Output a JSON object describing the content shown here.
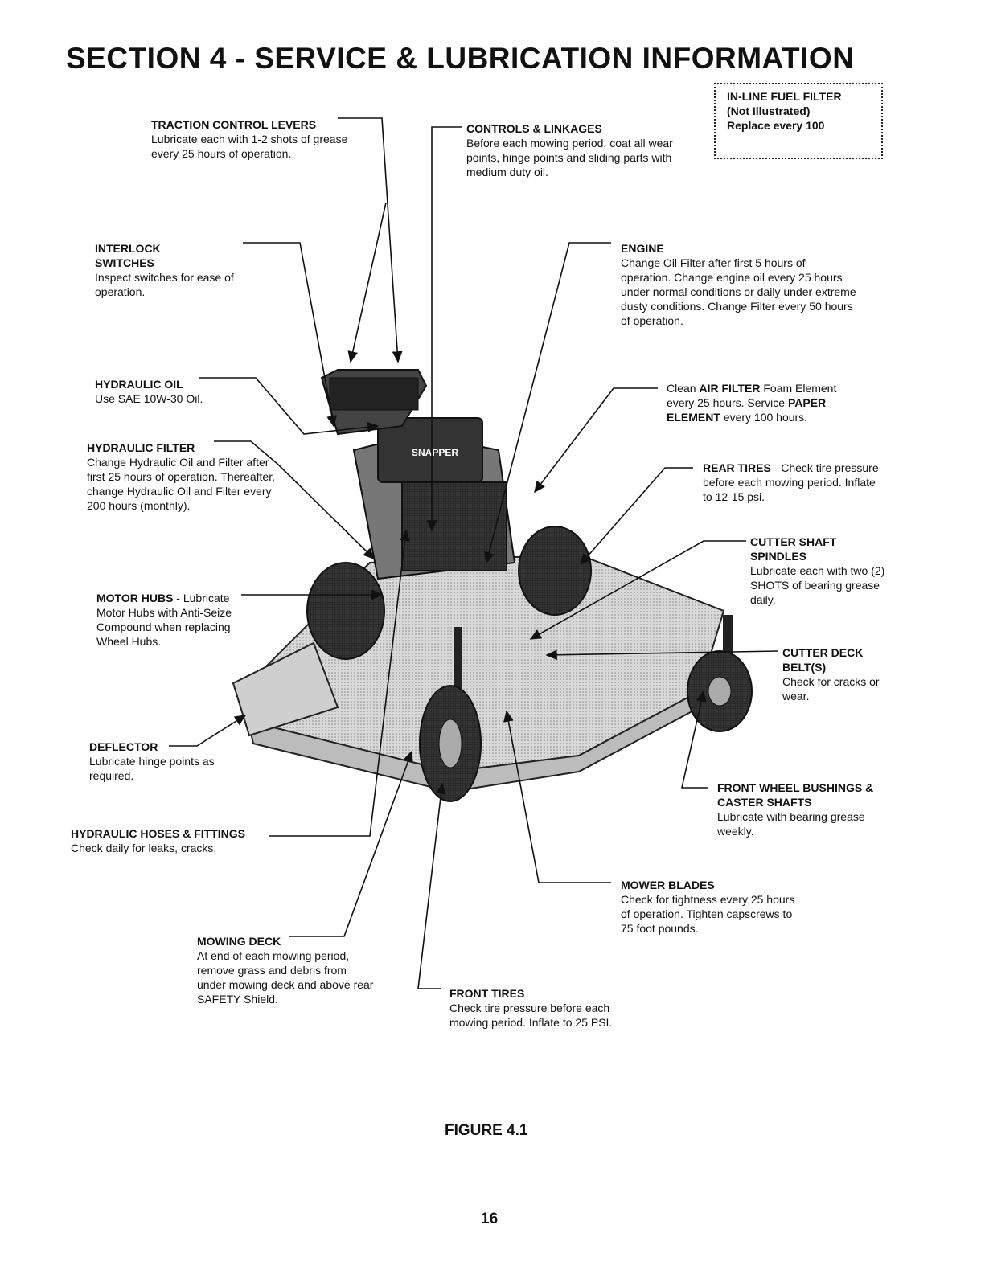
{
  "title": "SECTION 4 - SERVICE & LUBRICATION INFORMATION",
  "figure_caption": "FIGURE 4.1",
  "page_number": "16",
  "brand_badge": "SNAPPER",
  "fuel_filter": {
    "line1": "IN-LINE FUEL FILTER",
    "line2": "(Not Illustrated)",
    "line3": "Replace every 100"
  },
  "traction": {
    "heading": "TRACTION CONTROL LEVERS",
    "body": "Lubricate each with 1-2 shots of grease every 25 hours of operation."
  },
  "controls": {
    "heading": "CONTROLS & LINKAGES",
    "body": "Before each mowing period, coat all wear points, hinge points and sliding parts with medium duty oil."
  },
  "interlock": {
    "heading": "INTERLOCK SWITCHES",
    "body": "Inspect switches for ease of operation."
  },
  "engine": {
    "heading": "ENGINE",
    "body": "Change Oil Filter after first 5 hours of operation. Change engine oil every 25 hours under normal conditions or daily under extreme dusty conditions. Change Filter every 50 hours of operation."
  },
  "hydraulic_oil": {
    "heading": "HYDRAULIC OIL",
    "body": "Use SAE 10W-30 Oil."
  },
  "air_filter": {
    "pre": "Clean ",
    "bold1": "AIR FILTER",
    "mid1": " Foam Element every 25 hours. Service ",
    "bold2": "PAPER ELEMENT",
    "post": " every 100 hours."
  },
  "hydraulic_filter": {
    "heading": "HYDRAULIC FILTER",
    "body": "Change Hydraulic Oil and Filter after first 25 hours of operation. Thereafter, change Hydraulic Oil and Filter every 200 hours (monthly)."
  },
  "rear_tires": {
    "heading": "REAR TIRES",
    "body": " - Check tire pressure before each mowing period. Inflate to 12-15 psi."
  },
  "cutter_shaft": {
    "heading": "CUTTER SHAFT SPINDLES",
    "body": "Lubricate each with two (2) SHOTS of bearing grease daily."
  },
  "motor_hubs": {
    "heading": "MOTOR HUBS",
    "body": " - Lubricate Motor Hubs with Anti-Seize Compound when replacing Wheel Hubs."
  },
  "cutter_deck_belt": {
    "heading": "CUTTER DECK BELT(S)",
    "body": "Check for cracks or wear."
  },
  "deflector": {
    "heading": "DEFLECTOR",
    "body": "Lubricate hinge points as required."
  },
  "front_wheel": {
    "heading": "FRONT WHEEL BUSHINGS & CASTER SHAFTS",
    "body": "Lubricate with bearing grease weekly."
  },
  "hydraulic_hoses": {
    "heading": "HYDRAULIC HOSES & FITTINGS",
    "body": "Check daily for leaks, cracks,"
  },
  "mower_blades": {
    "heading": "MOWER BLADES",
    "body": "Check for tightness every 25 hours of operation. Tighten capscrews to 75 foot pounds."
  },
  "mowing_deck": {
    "heading": "MOWING DECK",
    "body": "At end of each mowing period, remove grass and debris from under mowing deck and above rear SAFETY Shield."
  },
  "front_tires": {
    "heading": "FRONT TIRES",
    "body": "Check tire pressure before each mowing period. Inflate to 25 PSI."
  }
}
